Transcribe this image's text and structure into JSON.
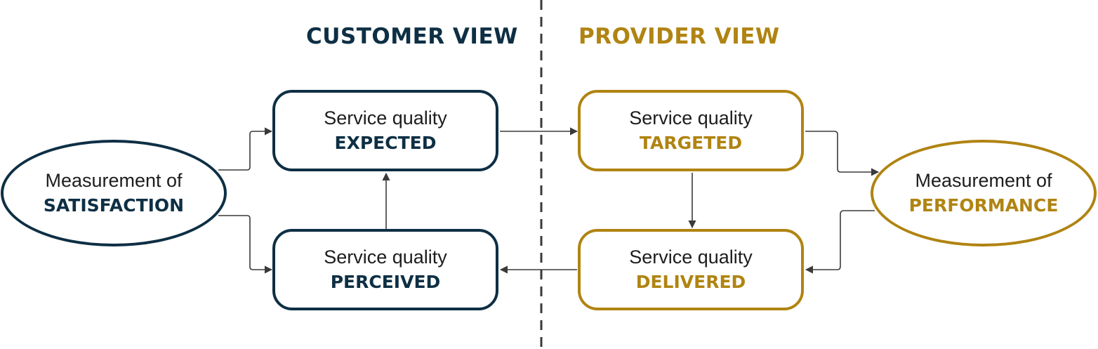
{
  "headings": {
    "customer": "CUSTOMER VIEW",
    "provider": "PROVIDER VIEW"
  },
  "colors": {
    "customer": "#0e2f44",
    "provider": "#b08412",
    "connector": "#3a3a3a"
  },
  "nodes": {
    "satisfaction": {
      "line1": "Measurement of",
      "line2": "SATISFACTION"
    },
    "expected": {
      "line1": "Service quality",
      "line2": "EXPECTED"
    },
    "perceived": {
      "line1": "Service quality",
      "line2": "PERCEIVED"
    },
    "targeted": {
      "line1": "Service quality",
      "line2": "TARGETED"
    },
    "delivered": {
      "line1": "Service quality",
      "line2": "DELIVERED"
    },
    "performance": {
      "line1": "Measurement of",
      "line2": "PERFORMANCE"
    }
  },
  "connections": [
    {
      "from": "satisfaction",
      "to": "expected"
    },
    {
      "from": "satisfaction",
      "to": "perceived"
    },
    {
      "from": "perceived",
      "to": "expected"
    },
    {
      "from": "expected",
      "to": "targeted"
    },
    {
      "from": "targeted",
      "to": "delivered"
    },
    {
      "from": "targeted",
      "to": "performance"
    },
    {
      "from": "performance",
      "to": "delivered"
    },
    {
      "from": "delivered",
      "to": "perceived"
    }
  ]
}
